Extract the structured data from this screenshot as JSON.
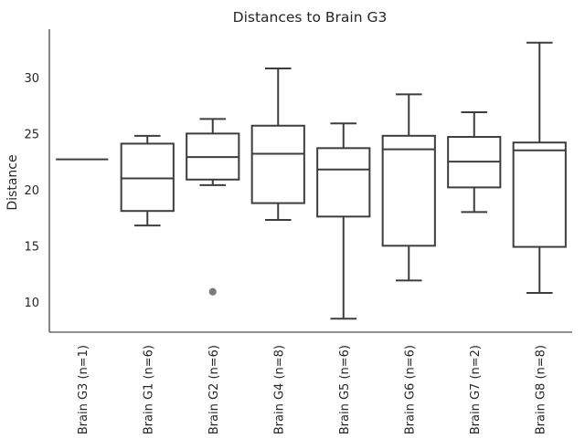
{
  "chart_data": {
    "type": "box",
    "title": "Distances to Brain G3",
    "xlabel": "",
    "ylabel": "Distance",
    "ylim": [
      7.3,
      34.3
    ],
    "yticks": [
      10,
      15,
      20,
      25,
      30
    ],
    "grid": false,
    "legend": "none",
    "categories": [
      "Brain G3 (n=1)",
      "Brain G1 (n=6)",
      "Brain G2 (n=6)",
      "Brain G4 (n=8)",
      "Brain G5 (n=6)",
      "Brain G6 (n=6)",
      "Brain G7 (n=2)",
      "Brain G8 (n=8)"
    ],
    "boxes": [
      {
        "whisker_low": 22.7,
        "q1": 22.7,
        "median": 22.7,
        "q3": 22.7,
        "whisker_high": 22.7,
        "outliers": []
      },
      {
        "whisker_low": 16.8,
        "q1": 18.1,
        "median": 21.0,
        "q3": 24.1,
        "whisker_high": 24.8,
        "outliers": []
      },
      {
        "whisker_low": 20.4,
        "q1": 20.9,
        "median": 22.9,
        "q3": 25.0,
        "whisker_high": 26.3,
        "outliers": [
          10.9
        ]
      },
      {
        "whisker_low": 17.3,
        "q1": 18.8,
        "median": 23.2,
        "q3": 25.7,
        "whisker_high": 30.8,
        "outliers": []
      },
      {
        "whisker_low": 8.5,
        "q1": 17.6,
        "median": 21.8,
        "q3": 23.7,
        "whisker_high": 25.9,
        "outliers": []
      },
      {
        "whisker_low": 11.9,
        "q1": 15.0,
        "median": 23.6,
        "q3": 24.8,
        "whisker_high": 28.5,
        "outliers": []
      },
      {
        "whisker_low": 18.0,
        "q1": 20.2,
        "median": 22.5,
        "q3": 24.7,
        "whisker_high": 26.9,
        "outliers": []
      },
      {
        "whisker_low": 10.8,
        "q1": 14.9,
        "median": 23.5,
        "q3": 24.2,
        "whisker_high": 33.1,
        "outliers": []
      }
    ],
    "colors": {
      "line": "#3d3d3d",
      "outlier": "#7a7a7a",
      "axis": "#262626",
      "text": "#262626"
    }
  }
}
